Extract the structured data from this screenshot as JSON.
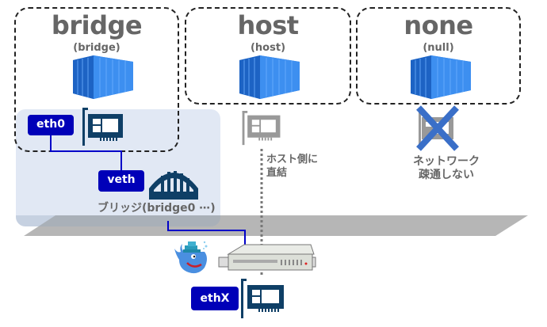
{
  "networks": [
    {
      "name": "bridge",
      "driver": "(bridge)"
    },
    {
      "name": "host",
      "driver": "(host)"
    },
    {
      "name": "none",
      "driver": "(null)"
    }
  ],
  "bridge_section": {
    "container_interface": "eth0",
    "veth_label": "veth",
    "bridge_label": "ブリッジ(bridge0 ⋯)"
  },
  "host_section": {
    "note_line1": "ホスト側に",
    "note_line2": "直結"
  },
  "none_section": {
    "note_line1": "ネットワーク",
    "note_line2": "疎通しない"
  },
  "host_machine": {
    "interface": "ethX"
  },
  "colors": {
    "interface_pill": "#0000b8",
    "nic_icon": "#0f3f66",
    "bridge_area": "#e1e8f4",
    "host_plane": "#b0b0b0",
    "cross": "#3a6fc8",
    "text_gray": "#666666"
  }
}
